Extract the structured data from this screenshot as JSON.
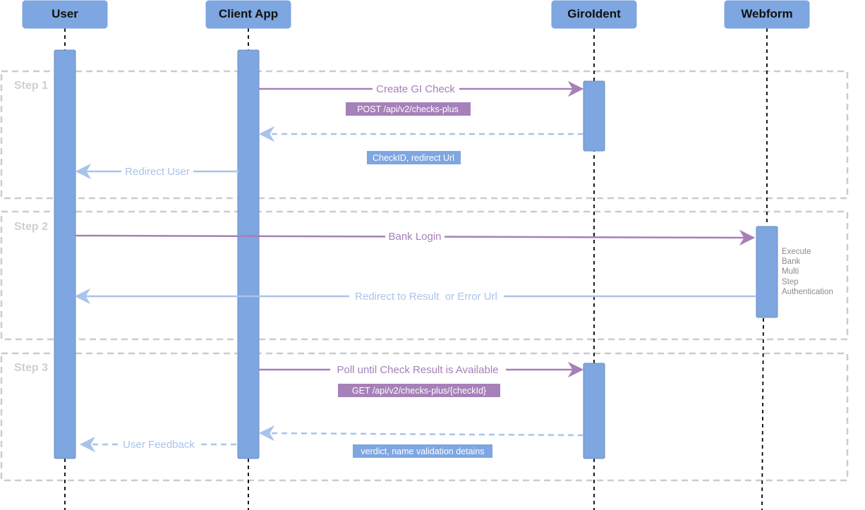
{
  "actors": [
    {
      "key": "user",
      "label": "User"
    },
    {
      "key": "client",
      "label": "Client App"
    },
    {
      "key": "giroident",
      "label": "GiroIdent"
    },
    {
      "key": "webform",
      "label": "Webform"
    }
  ],
  "steps": [
    {
      "label": "Step 1"
    },
    {
      "label": "Step 2"
    },
    {
      "label": "Step 3"
    }
  ],
  "messages": [
    {
      "text": "Create GI Check",
      "tag": "POST /api/v2/checks-plus"
    },
    {
      "text": "",
      "tag": "CheckID, redirect Url"
    },
    {
      "text": "Redirect User",
      "tag": ""
    },
    {
      "text": "Bank Login",
      "tag": ""
    },
    {
      "text": "Redirect to Result  or Error Url",
      "tag": ""
    },
    {
      "text": "Poll until Check Result is Available",
      "tag": "GET /api/v2/checks-plus/{checkId}"
    },
    {
      "text": "",
      "tag": "verdict, name validation detains"
    },
    {
      "text": "User Feedback",
      "tag": ""
    }
  ],
  "note": {
    "lines": [
      "Execute",
      "Bank",
      "Multi",
      "Step",
      "Authentication"
    ]
  },
  "colors": {
    "actor_fill": "#7ea6e0",
    "actor_border": "#6c8ebf",
    "request": "#a680b8",
    "response": "#a9c4eb",
    "response_tag": "#7ea6e0",
    "step_border": "#cccccc"
  }
}
